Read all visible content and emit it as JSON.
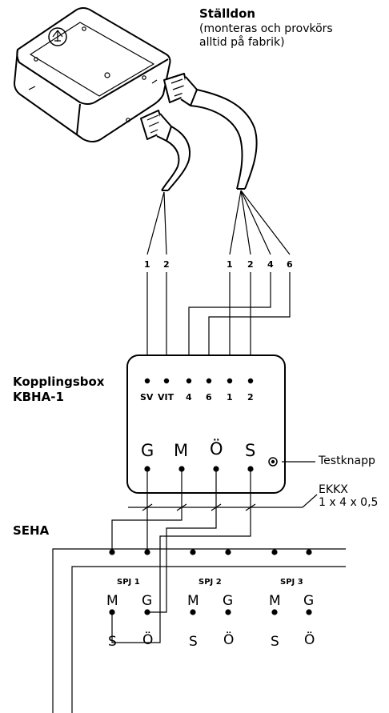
{
  "actuator": {
    "title": "Ställdon",
    "note_line1": "(monteras och provkörs",
    "note_line2": "alltid på fabrik)"
  },
  "cable_left": {
    "wires": [
      "1",
      "2"
    ]
  },
  "cable_right": {
    "wires": [
      "1",
      "2",
      "4",
      "6"
    ]
  },
  "box": {
    "title_line1": "Kopplingsbox",
    "title_line2": "KBHA-1",
    "terminals": [
      "SV",
      "VIT",
      "4",
      "6",
      "1",
      "2"
    ],
    "outputs": [
      "G",
      "M",
      "Ö",
      "S"
    ],
    "test_button_label": "Testknapp"
  },
  "cable_spec": {
    "line1": "EKKX",
    "line2": "1 x 4 x 0,5"
  },
  "seha": {
    "title": "SEHA",
    "groups": [
      {
        "title": "SPJ 1",
        "labels": [
          "M",
          "G",
          "S",
          "Ö"
        ]
      },
      {
        "title": "SPJ 2",
        "labels": [
          "M",
          "G",
          "S",
          "Ö"
        ]
      },
      {
        "title": "SPJ 3",
        "labels": [
          "M",
          "G",
          "S",
          "Ö"
        ]
      }
    ]
  }
}
